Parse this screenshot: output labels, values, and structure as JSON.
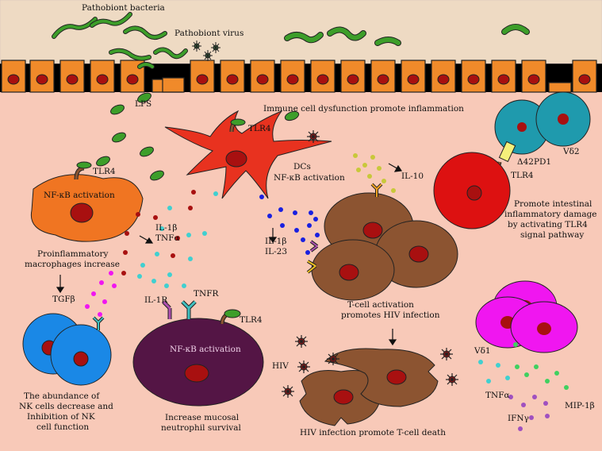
{
  "labels": {
    "pathobiont_bacteria": "Pathobiont bacteria",
    "pathobiont_virus": "Pathobiont virus",
    "lps": "LPS",
    "immune_dysfunction": "Immune cell dysfunction promote inflammation",
    "tlr4_dc": "TLR4",
    "dcs": "DCs",
    "dc_nfkb": "NF-κB activation",
    "il10": "IL-10",
    "tlr4_mac": "TLR4",
    "mac_nfkb": "NF-κB activation",
    "il1b_tnfa_1": "IL-1β",
    "il1b_tnfa_2": "TNFα",
    "il1b_il23_1": "IL-1β",
    "il1b_il23_2": "IL-23",
    "proinflammatory_1": "Proinflammatory",
    "proinflammatory_2": "macrophages increase",
    "tgfb": "TGFβ",
    "il1r": "IL-1R",
    "tnfr": "TNFR",
    "tlr4_neut": "TLR4",
    "neut_nfkb": "NF-κB activation",
    "hiv": "HIV",
    "tcell_1": "T-cell activation",
    "tcell_2": "promotes HIV infection",
    "nk_1": "The abundance of",
    "nk_2": "NK cells decrease and",
    "nk_3": "Inhibition of NK",
    "nk_4": "cell function",
    "neut_1": "Increase mucosal",
    "neut_2": "neutrophil survival",
    "hiv_death": "HIV infection promote T-cell death",
    "delta42": "Δ42PD1",
    "vd2": "Vδ2",
    "tlr4_red": "TLR4",
    "promote_1": "Promote intestinal",
    "promote_2": "inflammatory damage",
    "promote_3": "by activating TLR4",
    "promote_4": "signal pathway",
    "vd1": "Vδ1",
    "tnfa": "TNFα",
    "ifng": "IFNγ",
    "mip": "MIP-1β"
  },
  "colors": {
    "tissue": "#f8c9b8",
    "epithelium": "#f08a2a",
    "dc": "#e8321f",
    "macrophage": "#f07522",
    "nk": "#1a88e6",
    "neutrophil": "#541545",
    "tcell": "#8c5431",
    "red_cell": "#dd1111",
    "teal_cell": "#1f9aad",
    "magenta_cell": "#f016f0",
    "bacteria": "#3d9e2a",
    "nucleus": "#a81010"
  },
  "icons": [
    "bacteria-icon",
    "virus-icon",
    "receptor-icon"
  ]
}
